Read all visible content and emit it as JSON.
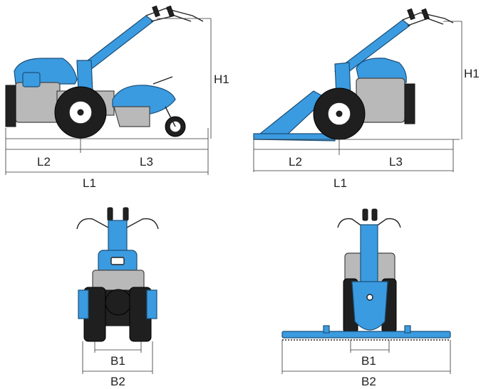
{
  "colors": {
    "machine_blue": "#3b9be0",
    "outline_blue": "#1b4f78",
    "engine_grey": "#b9b9b9",
    "tyre": "#1f1f1f"
  },
  "views": {
    "tiller_side": {
      "h1": "H1",
      "l1": "L1",
      "l2": "L2",
      "l3": "L3"
    },
    "mower_side": {
      "h1": "H1",
      "l1": "L1",
      "l2": "L2",
      "l3": "L3"
    },
    "tiller_front": {
      "b1": "B1",
      "b2": "B2"
    },
    "mower_front": {
      "b1": "B1",
      "b2": "B2"
    }
  }
}
